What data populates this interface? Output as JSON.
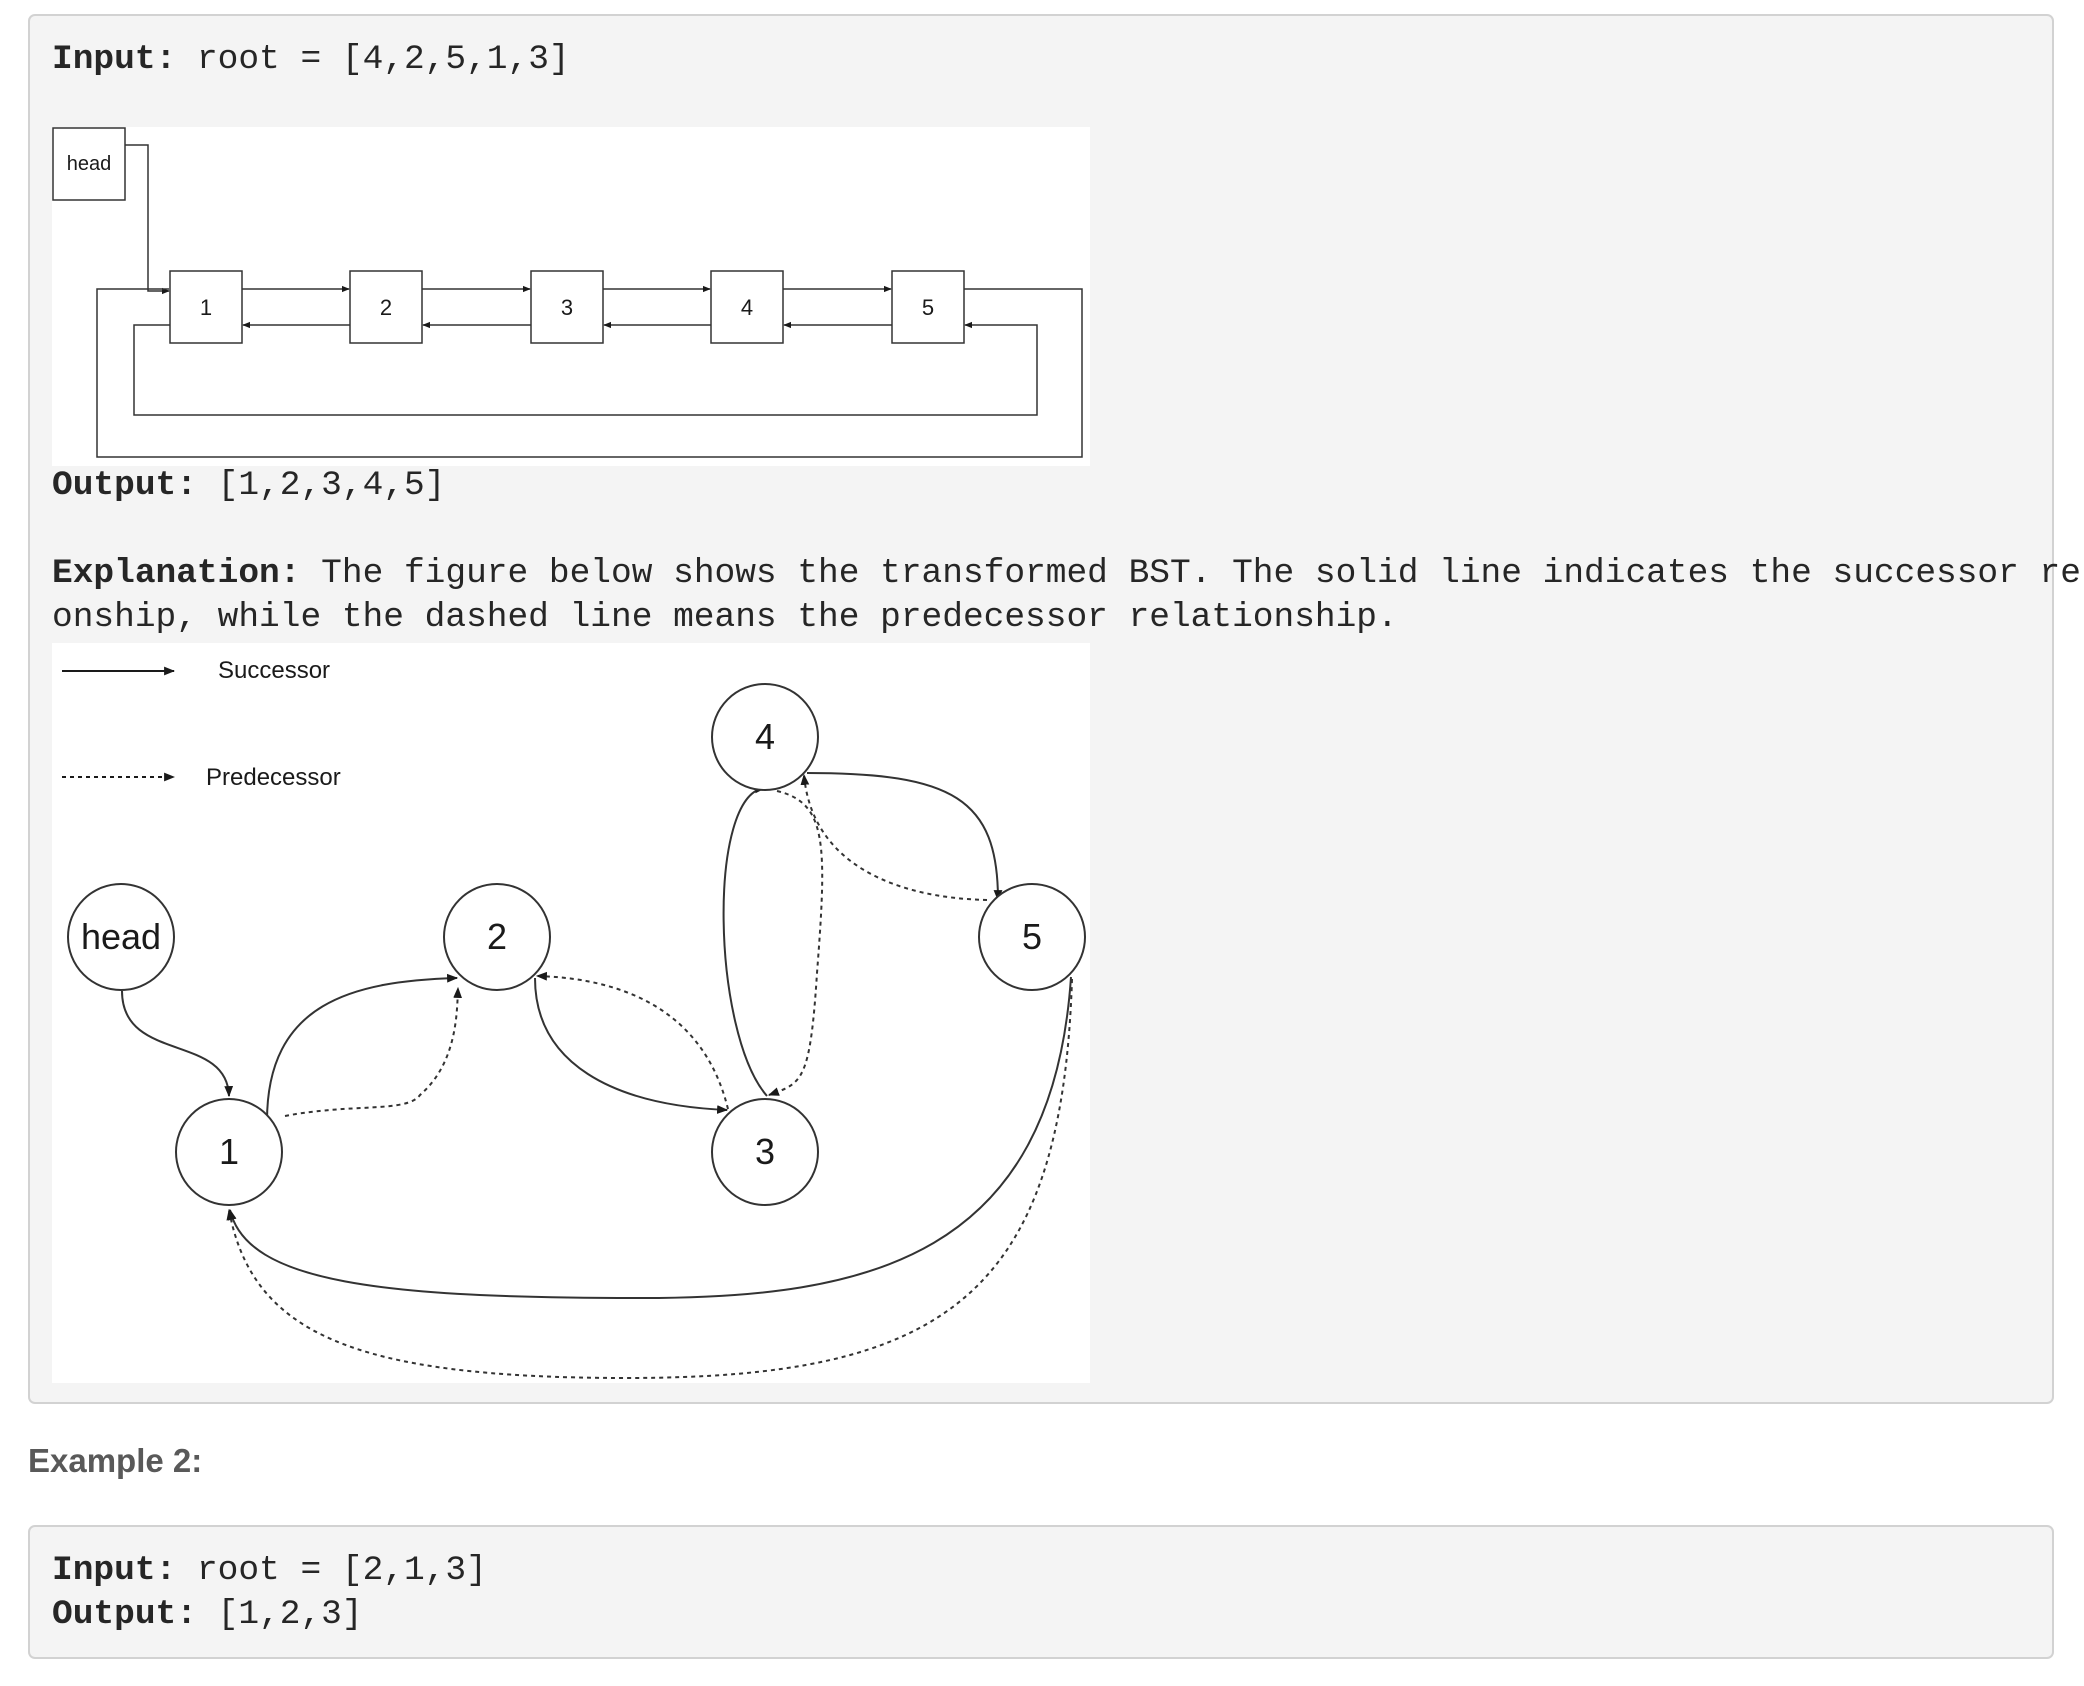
{
  "example1": {
    "input_label": "Input:",
    "input_value": " root = [4,2,5,1,3]",
    "output_label": "Output:",
    "output_value": " [1,2,3,4,5]",
    "explanation_label": "Explanation:",
    "explanation_line1": " The figure below shows the transformed BST. The solid line indicates the successor relati",
    "explanation_line2": "onship, while the dashed line means the predecessor relationship.",
    "list_figure": {
      "head_label": "head",
      "nodes": [
        "1",
        "2",
        "3",
        "4",
        "5"
      ]
    },
    "graph_figure": {
      "legend_successor": "Successor",
      "legend_predecessor": "Predecessor",
      "head_label": "head",
      "nodes": [
        "4",
        "2",
        "5",
        "1",
        "3"
      ]
    }
  },
  "example2": {
    "heading": "Example 2:",
    "input_label": "Input:",
    "input_value": " root = [2,1,3]",
    "output_label": "Output:",
    "output_value": " [1,2,3]"
  }
}
